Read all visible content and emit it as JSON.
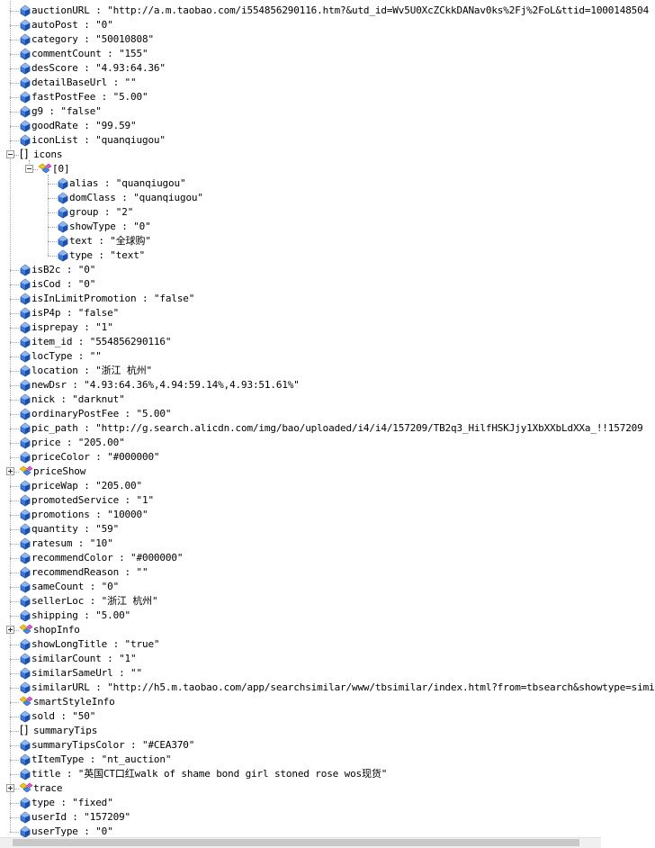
{
  "root_items": [
    {
      "kind": "prop",
      "key": "auctionURL",
      "value": "\"http://a.m.taobao.com/i554856290116.htm?&utd_id=Wv5U0XcZCkkDANav0ks%2Fj%2FoL&ttid=1000148504"
    },
    {
      "kind": "prop",
      "key": "autoPost",
      "value": "\"0\""
    },
    {
      "kind": "prop",
      "key": "category",
      "value": "\"50010808\""
    },
    {
      "kind": "prop",
      "key": "commentCount",
      "value": "\"155\""
    },
    {
      "kind": "prop",
      "key": "desScore",
      "value": "\"4.93:64.36\""
    },
    {
      "kind": "prop",
      "key": "detailBaseUrl",
      "value": "\"\""
    },
    {
      "kind": "prop",
      "key": "fastPostFee",
      "value": "\"5.00\""
    },
    {
      "kind": "prop",
      "key": "g9",
      "value": "\"false\""
    },
    {
      "kind": "prop",
      "key": "goodRate",
      "value": "\"99.59\""
    },
    {
      "kind": "prop",
      "key": "iconList",
      "value": "\"quanqiugou\""
    },
    {
      "kind": "array",
      "key": "icons",
      "expanded": true,
      "children": [
        {
          "kind": "object",
          "key": "[0]",
          "expanded": true,
          "children": [
            {
              "kind": "prop",
              "key": "alias",
              "value": "\"quanqiugou\""
            },
            {
              "kind": "prop",
              "key": "domClass",
              "value": "\"quanqiugou\""
            },
            {
              "kind": "prop",
              "key": "group",
              "value": "\"2\""
            },
            {
              "kind": "prop",
              "key": "showType",
              "value": "\"0\""
            },
            {
              "kind": "prop",
              "key": "text",
              "value": "\"全球购\""
            },
            {
              "kind": "prop",
              "key": "type",
              "value": "\"text\""
            }
          ]
        }
      ]
    },
    {
      "kind": "prop",
      "key": "isB2c",
      "value": "\"0\""
    },
    {
      "kind": "prop",
      "key": "isCod",
      "value": "\"0\""
    },
    {
      "kind": "prop",
      "key": "isInLimitPromotion",
      "value": "\"false\""
    },
    {
      "kind": "prop",
      "key": "isP4p",
      "value": "\"false\""
    },
    {
      "kind": "prop",
      "key": "isprepay",
      "value": "\"1\""
    },
    {
      "kind": "prop",
      "key": "item_id",
      "value": "\"554856290116\""
    },
    {
      "kind": "prop",
      "key": "locType",
      "value": "\"\""
    },
    {
      "kind": "prop",
      "key": "location",
      "value": "\"浙江 杭州\""
    },
    {
      "kind": "prop",
      "key": "newDsr",
      "value": "\"4.93:64.36%,4.94:59.14%,4.93:51.61%\""
    },
    {
      "kind": "prop",
      "key": "nick",
      "value": "\"darknut\""
    },
    {
      "kind": "prop",
      "key": "ordinaryPostFee",
      "value": "\"5.00\""
    },
    {
      "kind": "prop",
      "key": "pic_path",
      "value": "\"http://g.search.alicdn.com/img/bao/uploaded/i4/i4/157209/TB2q3_HilfHSKJjy1XbXXbLdXXa_!!157209"
    },
    {
      "kind": "prop",
      "key": "price",
      "value": "\"205.00\""
    },
    {
      "kind": "prop",
      "key": "priceColor",
      "value": "\"#000000\""
    },
    {
      "kind": "object",
      "key": "priceShow",
      "expanded": false
    },
    {
      "kind": "prop",
      "key": "priceWap",
      "value": "\"205.00\""
    },
    {
      "kind": "prop",
      "key": "promotedService",
      "value": "\"1\""
    },
    {
      "kind": "prop",
      "key": "promotions",
      "value": "\"10000\""
    },
    {
      "kind": "prop",
      "key": "quantity",
      "value": "\"59\""
    },
    {
      "kind": "prop",
      "key": "ratesum",
      "value": "\"10\""
    },
    {
      "kind": "prop",
      "key": "recommendColor",
      "value": "\"#000000\""
    },
    {
      "kind": "prop",
      "key": "recommendReason",
      "value": "\"\""
    },
    {
      "kind": "prop",
      "key": "sameCount",
      "value": "\"0\""
    },
    {
      "kind": "prop",
      "key": "sellerLoc",
      "value": "\"浙江 杭州\""
    },
    {
      "kind": "prop",
      "key": "shipping",
      "value": "\"5.00\""
    },
    {
      "kind": "object",
      "key": "shopInfo",
      "expanded": false
    },
    {
      "kind": "prop",
      "key": "showLongTitle",
      "value": "\"true\""
    },
    {
      "kind": "prop",
      "key": "similarCount",
      "value": "\"1\""
    },
    {
      "kind": "prop",
      "key": "similarSameUrl",
      "value": "\"\""
    },
    {
      "kind": "prop",
      "key": "similarURL",
      "value": "\"http://h5.m.taobao.com/app/searchsimilar/www/tbsimilar/index.html?from=tbsearch&showtype=simi"
    },
    {
      "kind": "object",
      "key": "smartStyleInfo",
      "expanded": null
    },
    {
      "kind": "prop",
      "key": "sold",
      "value": "\"50\""
    },
    {
      "kind": "array",
      "key": "summaryTips",
      "expanded": null
    },
    {
      "kind": "prop",
      "key": "summaryTipsColor",
      "value": "\"#CEA370\""
    },
    {
      "kind": "prop",
      "key": "tItemType",
      "value": "\"nt_auction\""
    },
    {
      "kind": "prop",
      "key": "title",
      "value": "\"英国CT口红walk of shame bond girl stoned rose wos现货\""
    },
    {
      "kind": "object",
      "key": "trace",
      "expanded": false
    },
    {
      "kind": "prop",
      "key": "type",
      "value": "\"fixed\""
    },
    {
      "kind": "prop",
      "key": "userId",
      "value": "\"157209\""
    },
    {
      "kind": "prop",
      "key": "userType",
      "value": "\"0\""
    }
  ],
  "colors": {
    "prop_icon_fill": "#3a78d8",
    "prop_icon_dark": "#1c4fa8",
    "object_icon_yellow": "#f3c21c",
    "object_icon_blue": "#4a86e8",
    "object_icon_pink": "#e05ad6",
    "tree_line": "#a0a0a0"
  },
  "icons": {
    "prop": "property-diamond-icon",
    "object": "object-node-icon",
    "array": "array-brackets-icon",
    "expand": "expand-plus-icon",
    "collapse": "collapse-minus-icon"
  },
  "scrollbar": {
    "horizontal": true
  }
}
